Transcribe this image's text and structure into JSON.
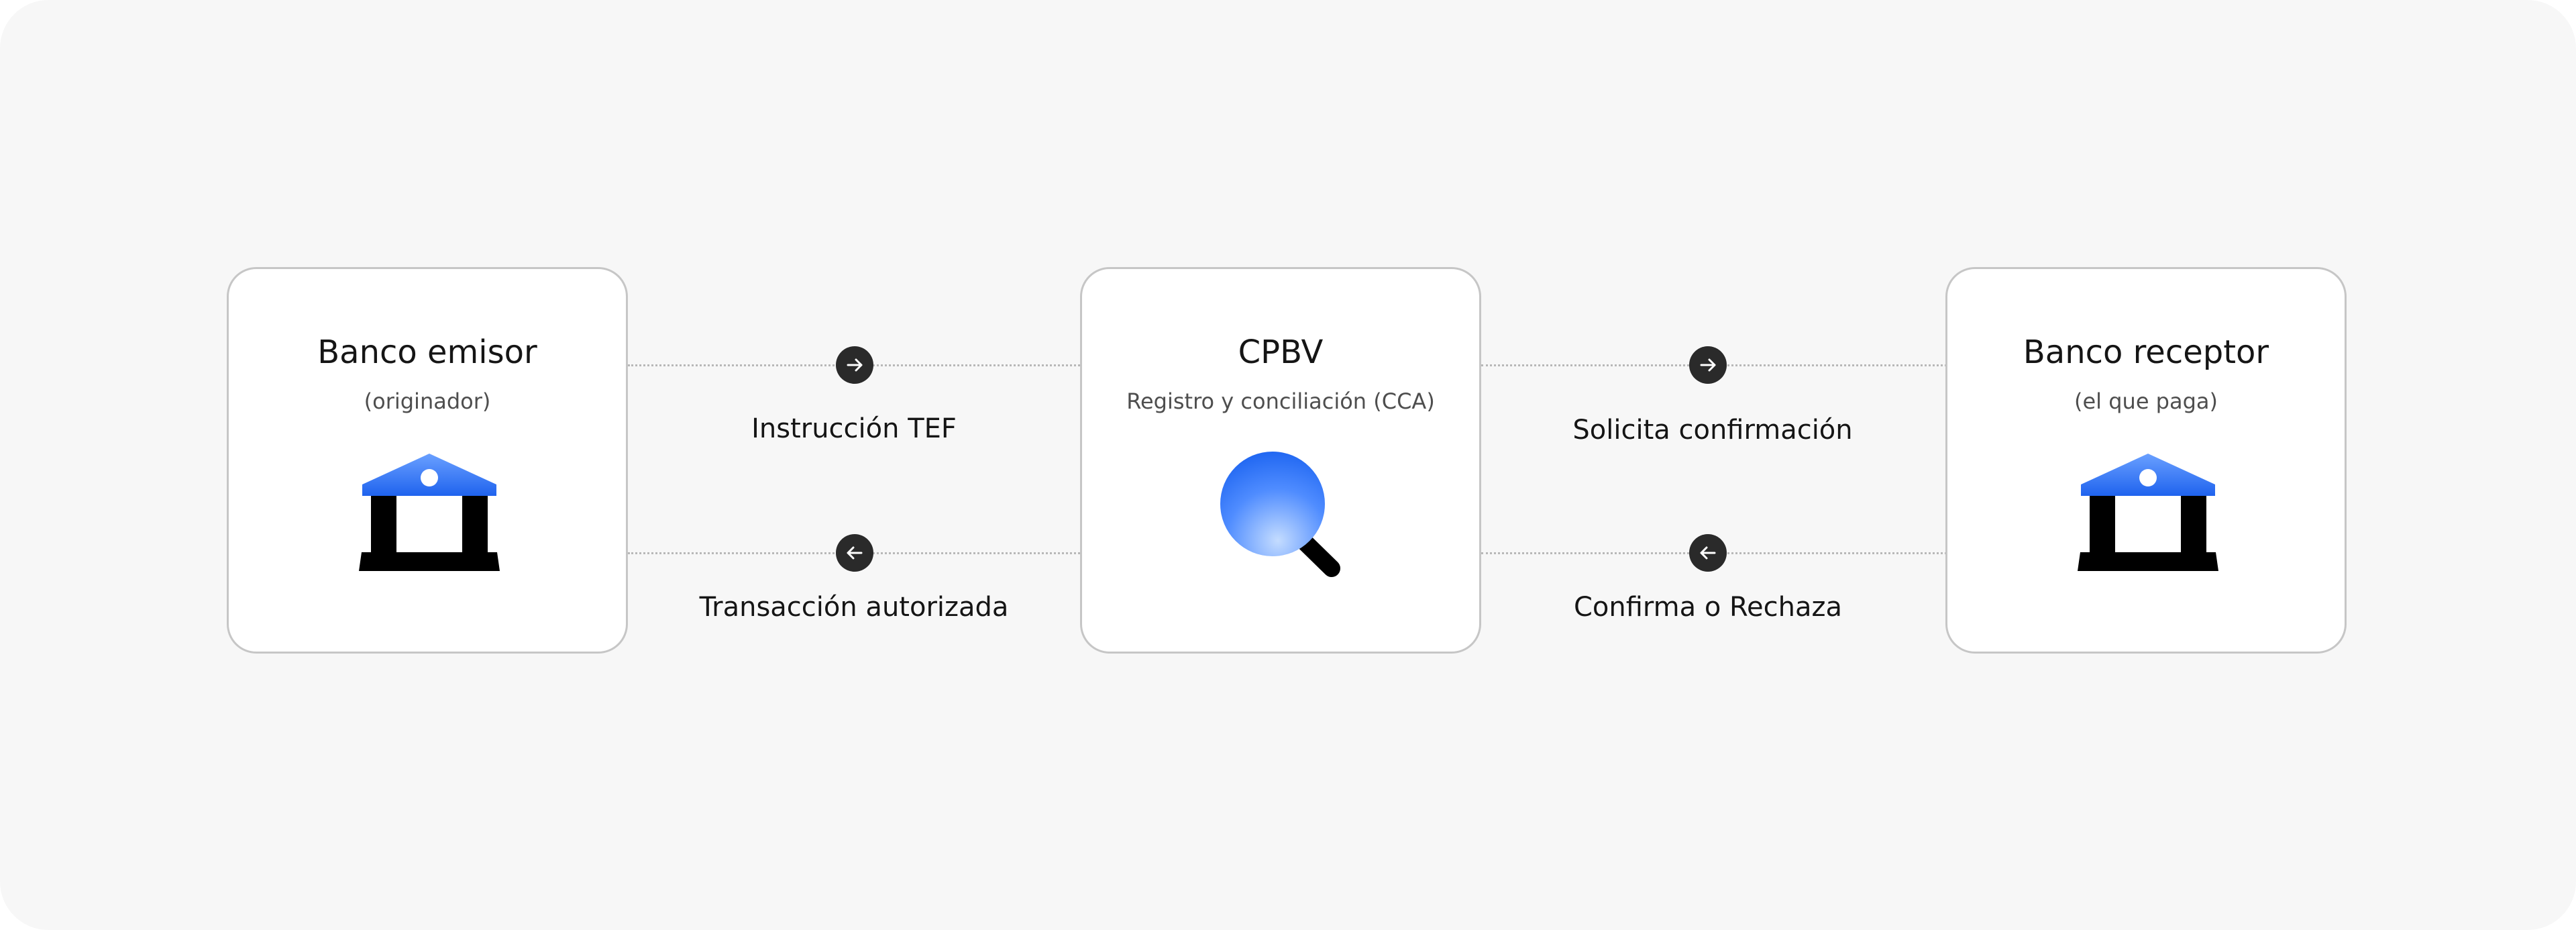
{
  "nodes": {
    "issuer": {
      "title": "Banco emisor",
      "subtitle": "(originador)",
      "icon": "bank-icon"
    },
    "clearing": {
      "title": "CPBV",
      "subtitle": "Registro y conciliación (CCA)",
      "icon": "magnifier-icon"
    },
    "receiver": {
      "title": "Banco receptor",
      "subtitle": "(el que paga)",
      "icon": "bank-icon"
    }
  },
  "edges": {
    "instruction": {
      "label": "Instrucción TEF",
      "direction": "right",
      "icon": "arrow-right-icon"
    },
    "authorized": {
      "label": "Transacción autorizada",
      "direction": "left",
      "icon": "arrow-left-icon"
    },
    "request": {
      "label": "Solicita confirmación",
      "direction": "right",
      "icon": "arrow-right-icon"
    },
    "confirm": {
      "label": "Confirma o Rechaza",
      "direction": "left",
      "icon": "arrow-left-icon"
    }
  },
  "colors": {
    "accent": "#2a6bf2",
    "accent_light": "#a6c8ff",
    "icon_dark": "#000000",
    "node_dot": "#2a2a2a"
  }
}
